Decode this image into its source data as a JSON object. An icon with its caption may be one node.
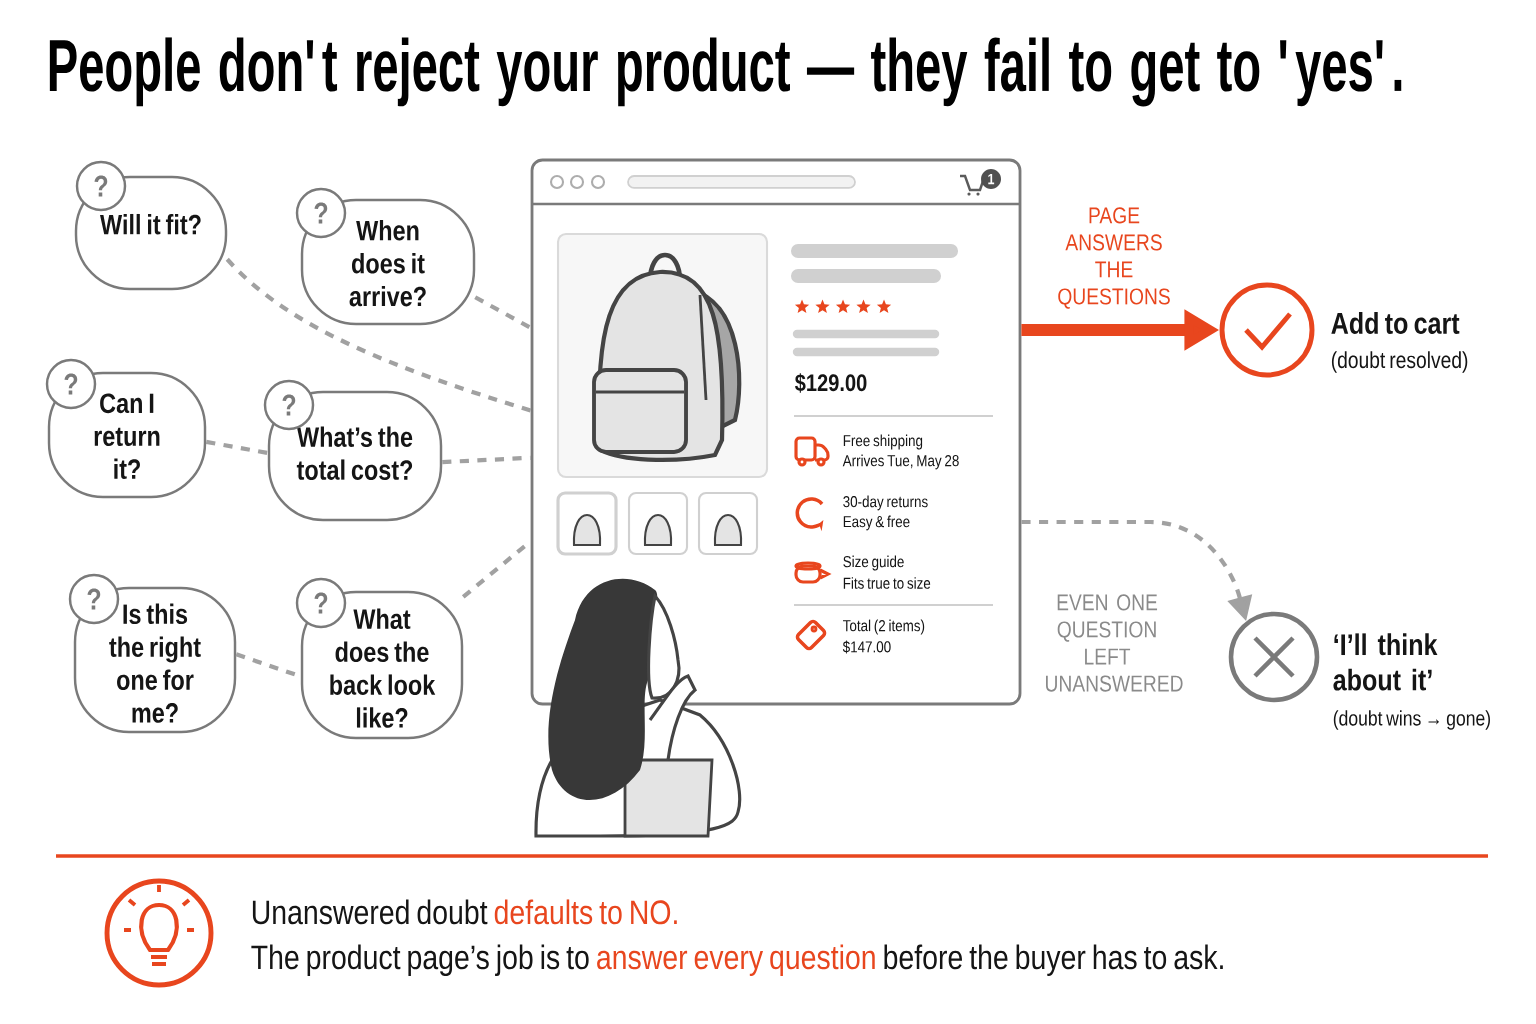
{
  "diagram": {
    "title": "People don't reject your product — they fail to get to 'yes'.",
    "nodes": [
      {
        "text": [
          "?",
          "Will it fit?"
        ]
      },
      {
        "text": [
          "?",
          "When does it arrive?"
        ]
      },
      {
        "text": [
          "?",
          "Can I return it?"
        ]
      },
      {
        "text": [
          "?",
          "What’s the total cost?"
        ]
      },
      {
        "text": [
          "?",
          "Is this the right one for me?"
        ]
      },
      {
        "text": [
          "?",
          "What does the back look like?"
        ]
      },
      {
        "text": [
          "1",
          "$129.00",
          "Free shipping",
          "Arrives Tue, May 28",
          "30-day returns",
          "Easy & free",
          "Size guide",
          "Fits true to size",
          "Total (2 items)",
          "$147.00"
        ]
      },
      {
        "text": [],
        "shape": "circle",
        "beside": [
          "Add to cart",
          "(doubt resolved)"
        ]
      },
      {
        "text": [],
        "shape": "circle",
        "beside": [
          "‘I’ll think about it’",
          "(doubt wins → gone)"
        ]
      }
    ],
    "edges": [
      {
        "from": 0,
        "to": 6,
        "arrow": "none",
        "style": "dashed"
      },
      {
        "from": 1,
        "to": 6,
        "arrow": "none",
        "style": "dashed"
      },
      {
        "from": 2,
        "to": 3,
        "arrow": "none",
        "style": "dashed"
      },
      {
        "from": 3,
        "to": 6,
        "arrow": "none",
        "style": "dashed"
      },
      {
        "from": 4,
        "to": 5,
        "arrow": "none",
        "style": "dashed"
      },
      {
        "from": 5,
        "to": 6,
        "arrow": "none",
        "style": "dashed"
      },
      {
        "from": 6,
        "to": 7,
        "arrow": "to",
        "style": "thick",
        "color": "#e8461e",
        "label": "PAGE ANSWERS THE QUESTIONS"
      },
      {
        "from": 6,
        "to": 8,
        "arrow": "to",
        "style": "dashed",
        "label": "EVEN ONE QUESTION LEFT UNANSWERED"
      }
    ],
    "labels": [
      "Unanswered doubt",
      "defaults to NO.",
      "The product page’s job is to",
      "answer every question",
      "before the buyer has to ask."
    ]
  }
}
